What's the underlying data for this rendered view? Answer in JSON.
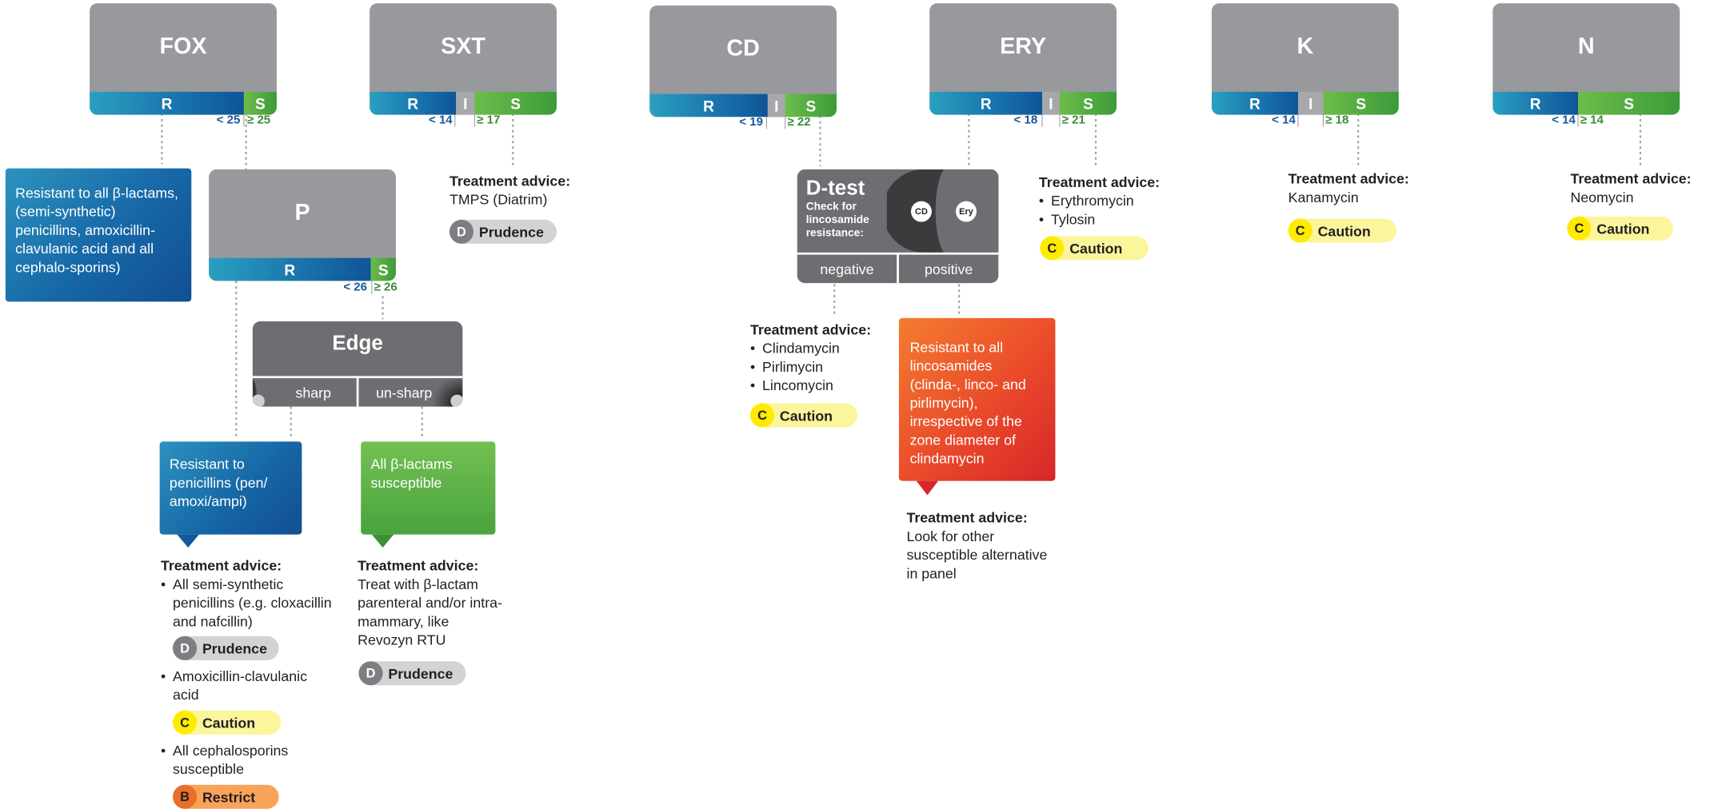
{
  "colors": {
    "resistant": "#1a75ad",
    "intermediate": "#a7a8ab",
    "susceptible": "#3d9a3a",
    "header_gray": "#98999c",
    "test_gray": "#6d6e71",
    "red_box": "#e3402a"
  },
  "antibiotics": {
    "fox": {
      "name": "FOX",
      "r": "R",
      "s": "S",
      "bp_r": "< 25",
      "bp_s": "≥ 25"
    },
    "sxt": {
      "name": "SXT",
      "r": "R",
      "i": "I",
      "s": "S",
      "bp_r": "< 14",
      "bp_s": "≥ 17"
    },
    "cd": {
      "name": "CD",
      "r": "R",
      "i": "I",
      "s": "S",
      "bp_r": "< 19",
      "bp_s": "≥ 22"
    },
    "ery": {
      "name": "ERY",
      "r": "R",
      "i": "I",
      "s": "S",
      "bp_r": "< 18",
      "bp_s": "≥ 21"
    },
    "k": {
      "name": "K",
      "r": "R",
      "i": "I",
      "s": "S",
      "bp_r": "< 14",
      "bp_s": "≥ 18"
    },
    "n": {
      "name": "N",
      "r": "R",
      "s": "S",
      "bp_r": "< 14",
      "bp_s": "≥ 14"
    },
    "p": {
      "name": "P",
      "r": "R",
      "s": "S",
      "bp_r": "< 26",
      "bp_s": "≥ 26"
    }
  },
  "fox_resistant_box": "Resistant to all β-lactams, (semi-synthetic) penicillins, amoxicillin-clavulanic acid and all cephalo-sporins)",
  "edge_test": {
    "title": "Edge",
    "sharp": "sharp",
    "unsharp": "un-sharp"
  },
  "penicillin_resistant_box": "Resistant to penicillins (pen/ amoxi/ampi)",
  "betalactam_susceptible_box": "All β-lactams susceptible",
  "advice_penicillin_resistant": {
    "title": "Treatment advice:",
    "item1": "All semi-synthetic penicillins (e.g. cloxacillin and nafcillin)",
    "item2": "Amoxicillin-clavulanic acid",
    "item3": "All cephalosporins susceptible"
  },
  "advice_betalactam_susceptible": {
    "title": "Treatment advice:",
    "text": "Treat with β-lactam parenteral and/or intra-mammary, like Revozyn RTU"
  },
  "advice_sxt": {
    "title": "Treatment advice:",
    "text": "TMPS (Diatrim)"
  },
  "d_test": {
    "title": "D-test",
    "subtitle": "Check for lincosamide resistance:",
    "cd_disc": "CD",
    "ery_disc": "Ery",
    "negative": "negative",
    "positive": "positive"
  },
  "advice_dtest_negative": {
    "title": "Treatment advice:",
    "items": [
      "Clindamycin",
      "Pirlimycin",
      "Lincomycin"
    ]
  },
  "lincosamide_resistant_box": "Resistant to all lincosamides (clinda-, linco- and pirlimycin), irrespective of the zone diameter of clindamycin",
  "advice_dtest_positive": {
    "title": "Treatment advice:",
    "text": "Look for other susceptible alternative in panel"
  },
  "advice_ery": {
    "title": "Treatment advice:",
    "items": [
      "Erythromycin",
      "Tylosin"
    ]
  },
  "advice_k": {
    "title": "Treatment advice:",
    "text": "Kanamycin"
  },
  "advice_n": {
    "title": "Treatment advice:",
    "text": "Neomycin"
  },
  "badges": {
    "prudence": {
      "letter": "D",
      "label": "Prudence"
    },
    "caution": {
      "letter": "C",
      "label": "Caution"
    },
    "restrict": {
      "letter": "B",
      "label": "Restrict"
    }
  }
}
